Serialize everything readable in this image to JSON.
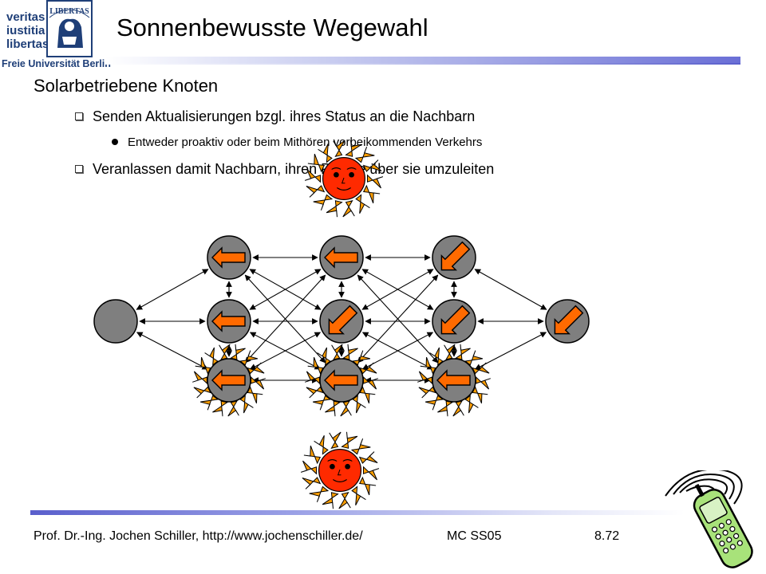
{
  "header": {
    "title": "Sonnenbewusste Wegewahl",
    "logo_lines": [
      "veritas",
      "iustitia",
      "libertas"
    ],
    "logo_seal_text": "LIBERTAS",
    "logo_university": "Freie Universität Berlin"
  },
  "body": {
    "heading": "Solarbetriebene Knoten",
    "bullets": [
      {
        "text": "Senden Aktualisierungen bzgl. ihres Status an die Nachbarn",
        "sub": [
          "Entweder proaktiv oder beim Mithören vorbeikommenden Verkehrs"
        ]
      },
      {
        "text": "Veranlassen damit Nachbarn, ihren Pakete über sie umzuleiten"
      }
    ]
  },
  "diagram": {
    "description_colors": {
      "node": "#7f7f7f",
      "arrow_fill": "#ff6a00",
      "sun_rays": "#ff9f00",
      "sun_face": "#ff2a00"
    },
    "nodes": [
      {
        "id": "src",
        "col": 0,
        "row": 1,
        "arrow": "none"
      },
      {
        "id": "a1",
        "col": 1,
        "row": 0,
        "arrow": "left"
      },
      {
        "id": "a2",
        "col": 1,
        "row": 1,
        "arrow": "left"
      },
      {
        "id": "a3",
        "col": 1,
        "row": 2,
        "arrow": "left",
        "solar": true
      },
      {
        "id": "b1",
        "col": 2,
        "row": 0,
        "arrow": "left"
      },
      {
        "id": "b2",
        "col": 2,
        "row": 1,
        "arrow": "down-left"
      },
      {
        "id": "b3",
        "col": 2,
        "row": 2,
        "arrow": "left",
        "solar": true
      },
      {
        "id": "c1",
        "col": 3,
        "row": 0,
        "arrow": "down-left"
      },
      {
        "id": "c2",
        "col": 3,
        "row": 1,
        "arrow": "down-left"
      },
      {
        "id": "c3",
        "col": 3,
        "row": 2,
        "arrow": "left",
        "solar": true
      },
      {
        "id": "dst",
        "col": 4,
        "row": 1,
        "arrow": "down-left"
      }
    ]
  },
  "footer": {
    "author": "Prof. Dr.-Ing. Jochen Schiller, http://www.jochenschiller.de/",
    "course": "MC SS05",
    "page": "8.72"
  }
}
